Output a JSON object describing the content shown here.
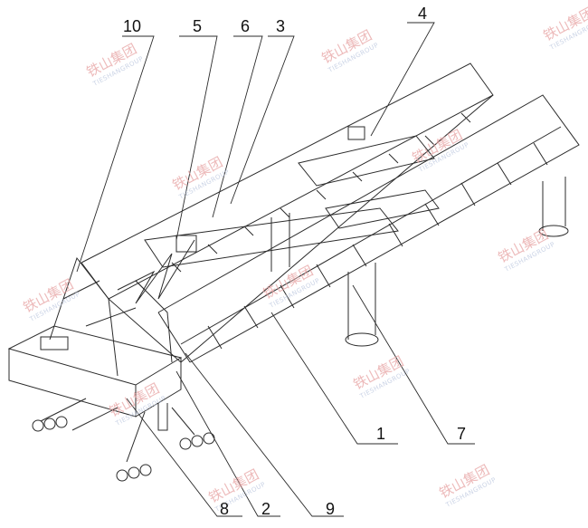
{
  "figure": {
    "callouts": [
      "10",
      "5",
      "6",
      "3",
      "4",
      "1",
      "7",
      "8",
      "2",
      "9"
    ],
    "watermark": {
      "text": "铁山集团",
      "subtext": "TIESHANGROUP"
    }
  },
  "colors": {
    "line": "#2b2b2b",
    "watermark_red": "#e7a3a3",
    "watermark_blue": "#b8c4dd"
  }
}
